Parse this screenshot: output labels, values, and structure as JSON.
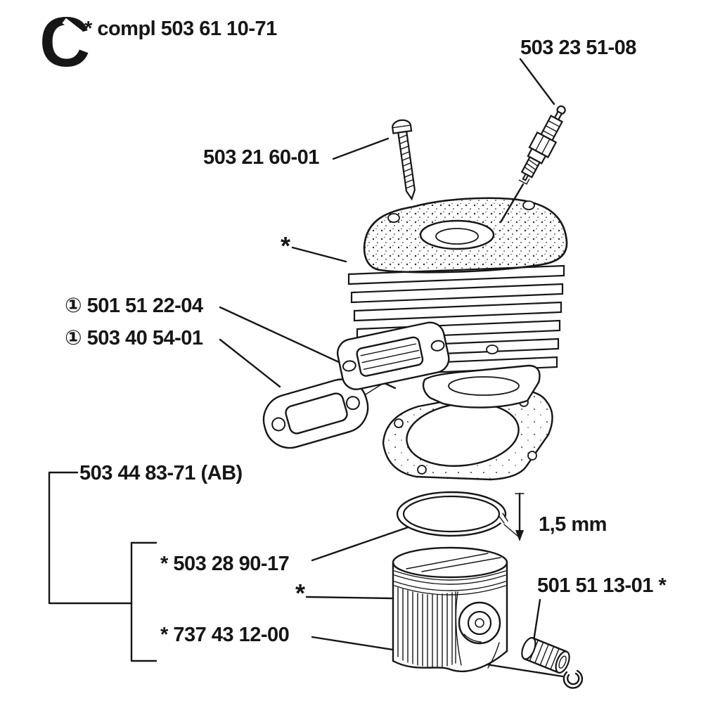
{
  "colors": {
    "background": "#ffffff",
    "ink": "#161616"
  },
  "header": {
    "section_letter": "C",
    "assembly_code": "* compl 503 61 10-71"
  },
  "labels": {
    "spark_plug": "503 23 51-08",
    "cylinder_bolt": "503 21 60-01",
    "cylinder_star": "*",
    "gasket_1": "① 501 51 22-04",
    "gasket_2": "① 503 40 54-01",
    "piston_assembly": "503 44 83-71 (AB)",
    "piston_ring": "* 503 28 90-17",
    "ring_gap": "1,5 mm",
    "piston_star": "*",
    "needle_bearing": "501 51 13-01 *",
    "circlip": "* 737 43 12-00"
  }
}
